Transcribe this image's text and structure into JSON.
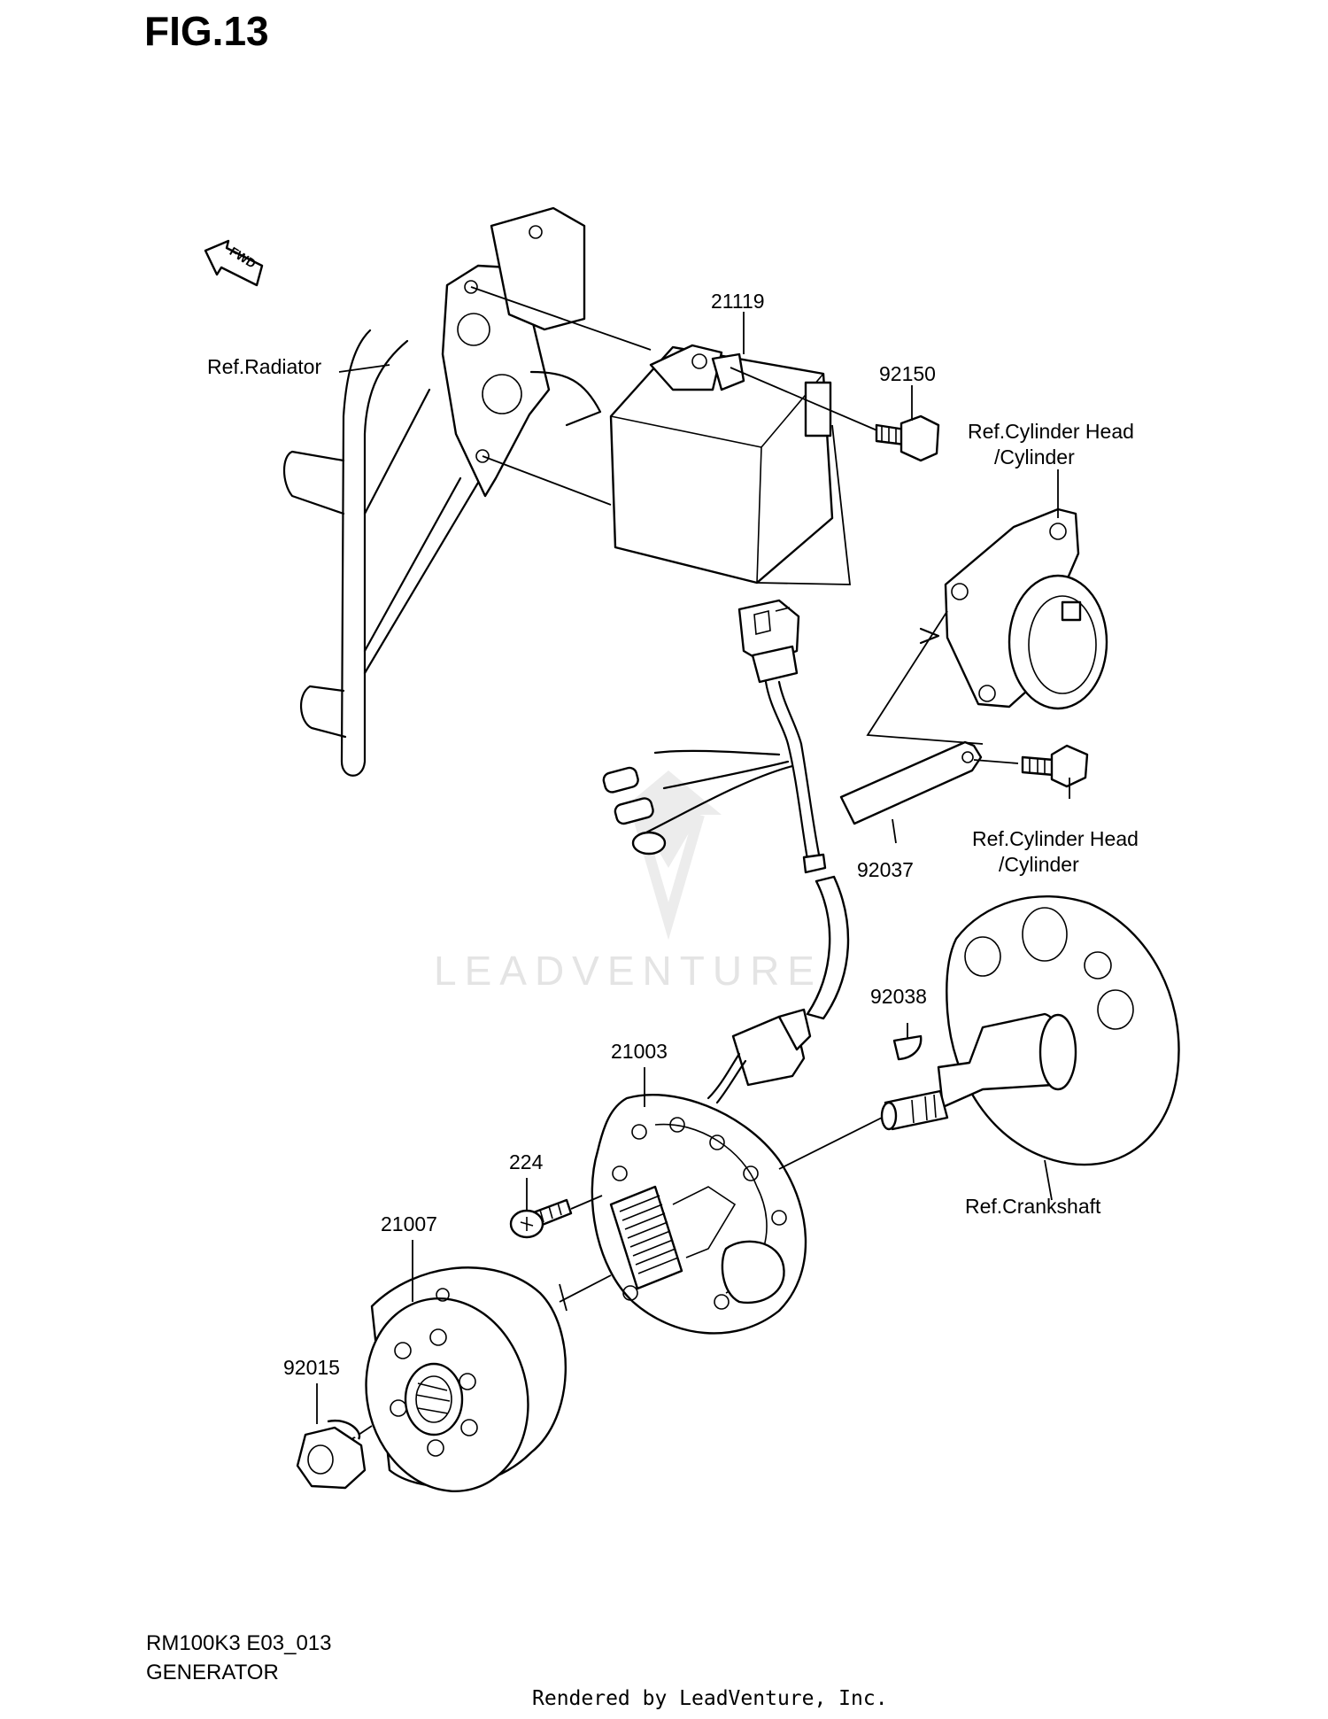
{
  "figure": {
    "title": "FIG.13",
    "model_code": "RM100K3 E03_013",
    "section_name": "GENERATOR",
    "render_credit": "Rendered by LeadVenture, Inc.",
    "watermark": "LEADVENTURE",
    "direction_marker": "FWD"
  },
  "parts": [
    {
      "id": "p21119",
      "number": "21119"
    },
    {
      "id": "p92150",
      "number": "92150"
    },
    {
      "id": "p92037",
      "number": "92037"
    },
    {
      "id": "p92038",
      "number": "92038"
    },
    {
      "id": "p21003",
      "number": "21003"
    },
    {
      "id": "p224",
      "number": "224"
    },
    {
      "id": "p21007",
      "number": "21007"
    },
    {
      "id": "p92015",
      "number": "92015"
    }
  ],
  "references": {
    "radiator": "Ref.Radiator",
    "cyl_head_top_line1": "Ref.Cylinder Head",
    "cyl_head_top_line2": "/Cylinder",
    "cyl_head_bottom_line1": "Ref.Cylinder Head",
    "cyl_head_bottom_line2": "/Cylinder",
    "crankshaft": "Ref.Crankshaft"
  }
}
